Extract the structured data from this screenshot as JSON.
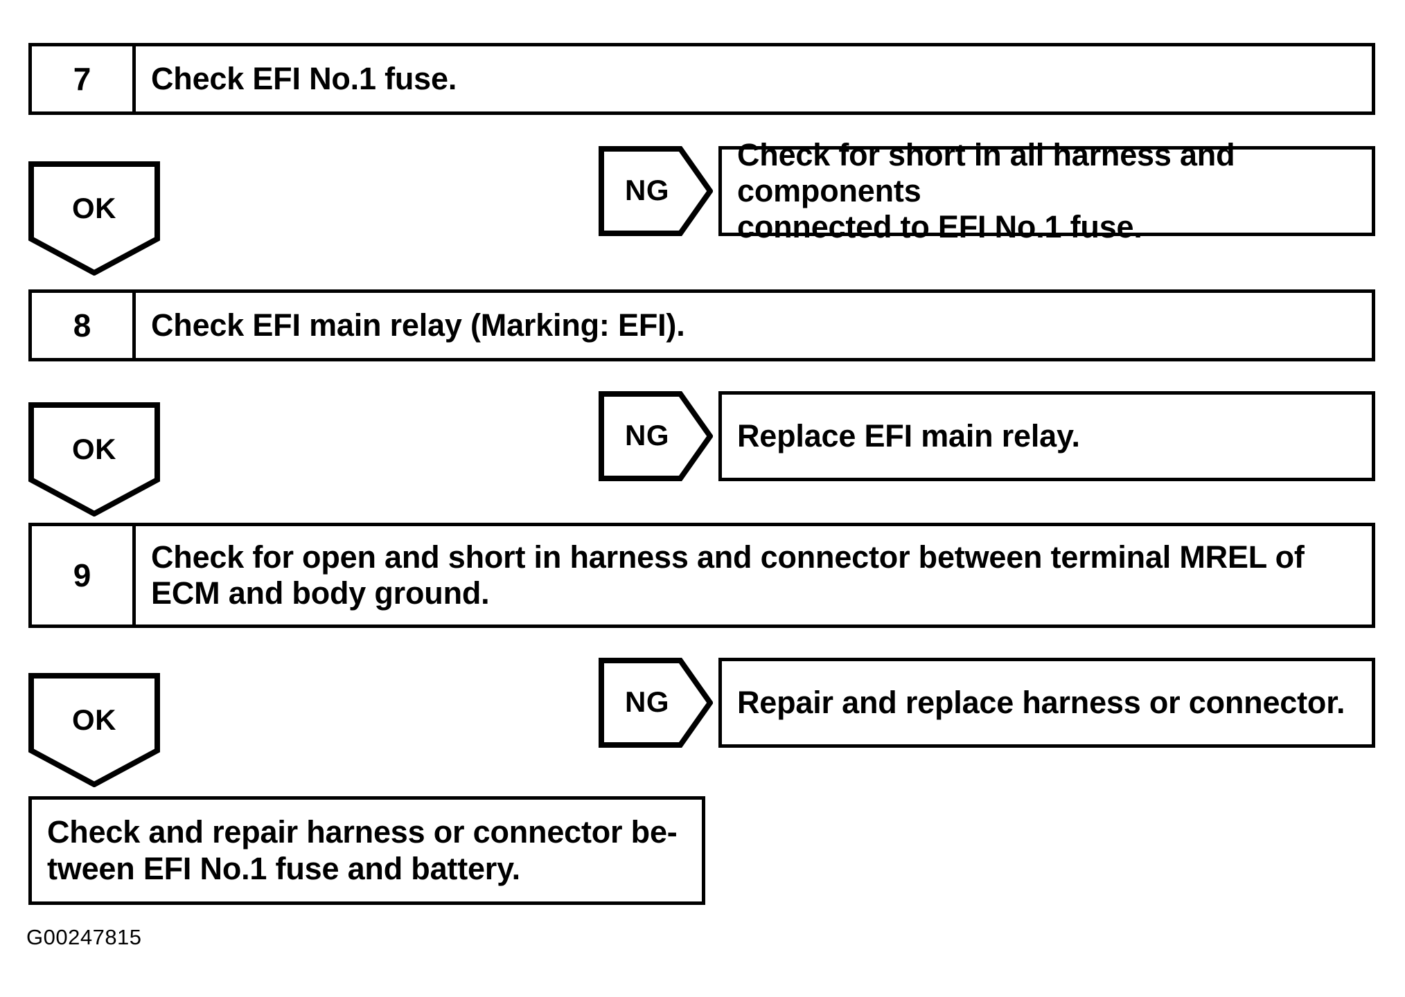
{
  "figure": {
    "code": "G00247815",
    "background_color": "#ffffff",
    "line_color": "#000000"
  },
  "flow": {
    "steps": [
      {
        "number": "7",
        "text": "Check EFI No.1 fuse.",
        "ok_label": "OK",
        "ng_label": "NG",
        "ng_result": "Check for short in all harness and components\nconnected to EFI No.1 fuse."
      },
      {
        "number": "8",
        "text": "Check EFI main relay (Marking: EFI).",
        "ok_label": "OK",
        "ng_label": "NG",
        "ng_result": "Replace EFI main relay."
      },
      {
        "number": "9",
        "text": "Check for open and short in harness and connector between terminal MREL of\nECM and body ground.",
        "ok_label": "OK",
        "ng_label": "NG",
        "ng_result": "Repair and replace harness or connector."
      }
    ],
    "final_result": "Check and repair harness or connector be-\ntween EFI No.1 fuse and battery."
  }
}
